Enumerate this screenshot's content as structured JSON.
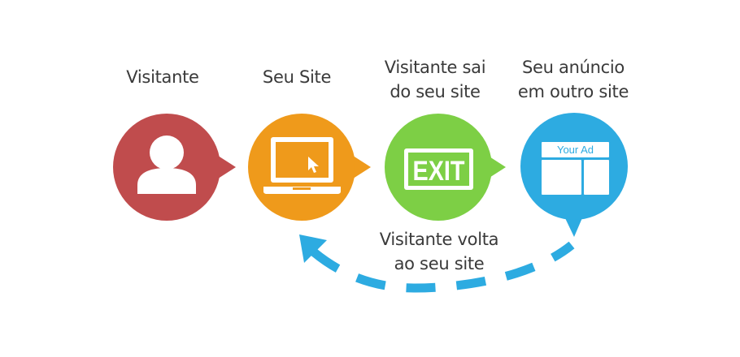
{
  "steps": [
    {
      "label": "Visitante",
      "color": "#c04c4d",
      "icon": "user-icon"
    },
    {
      "label": "Seu Site",
      "color": "#ef9a1b",
      "icon": "laptop-icon"
    },
    {
      "label": "Visitante sai\ndo seu site",
      "color": "#7dcf45",
      "icon": "exit-sign-icon",
      "icon_text": "EXIT"
    },
    {
      "label": "Seu anúncio\nem outro site",
      "color": "#2dabe1",
      "icon": "ad-layout-icon",
      "icon_text": "Your Ad"
    }
  ],
  "return_path": {
    "label": "Visitante volta\nao seu site",
    "color": "#2dabe1",
    "icon": "dashed-curved-arrow-icon"
  }
}
